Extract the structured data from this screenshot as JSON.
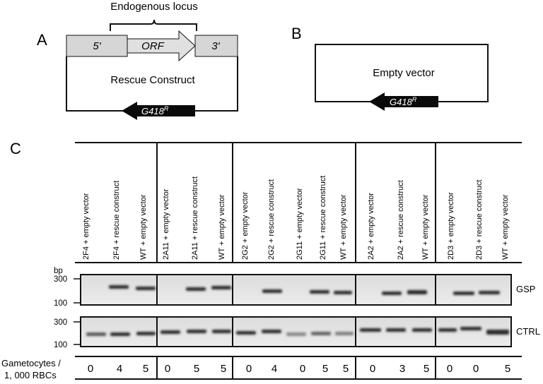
{
  "panels": {
    "a": {
      "letter": "A",
      "locus_label": "Endogenous locus",
      "five_prime": "5'",
      "orf": "ORF",
      "three_prime": "3'",
      "construct_label": "Rescue Construct",
      "marker": "G418",
      "marker_sup": "R"
    },
    "b": {
      "letter": "B",
      "label": "Empty vector",
      "marker": "G418",
      "marker_sup": "R"
    },
    "c": {
      "letter": "C",
      "lanes": [
        "2F4 + empty vector",
        "2F4 + rescue construct",
        "WT + empty vector",
        "2A11 + empty vector",
        "2A11 + rescue construct",
        "WT + empty vector",
        "2G2 + empty vector",
        "2G2 + rescue construct",
        "2G11 + empty vector",
        "2G11 + rescue construct",
        "WT + empty vector",
        "2A2 + empty vector",
        "2A2 + rescue construct",
        "WT + empty vector",
        "2D3 + empty vector",
        "2D3 + rescue construct",
        "WT + empty vector"
      ],
      "bp_label": "bp",
      "gsp": {
        "label": "GSP",
        "mark_300": "300",
        "mark_100": "100"
      },
      "ctrl": {
        "label": "CTRL",
        "mark_300": "300",
        "mark_100": "100"
      },
      "gametocytes_label_1": "Gametocytes /",
      "gametocytes_label_2": "1, 000 RBCs",
      "counts": [
        "0",
        "4",
        "5",
        "0",
        "5",
        "5",
        "0",
        "4",
        "0",
        "5",
        "5",
        "0",
        "3",
        "5",
        "0",
        "0",
        "5"
      ]
    }
  },
  "colors": {
    "ink": "#111111",
    "box_fill": "#d6d6d6",
    "orf_fill": "#e0e0e0",
    "gel": "#e4e4e4",
    "band": "#2a2a2a"
  }
}
